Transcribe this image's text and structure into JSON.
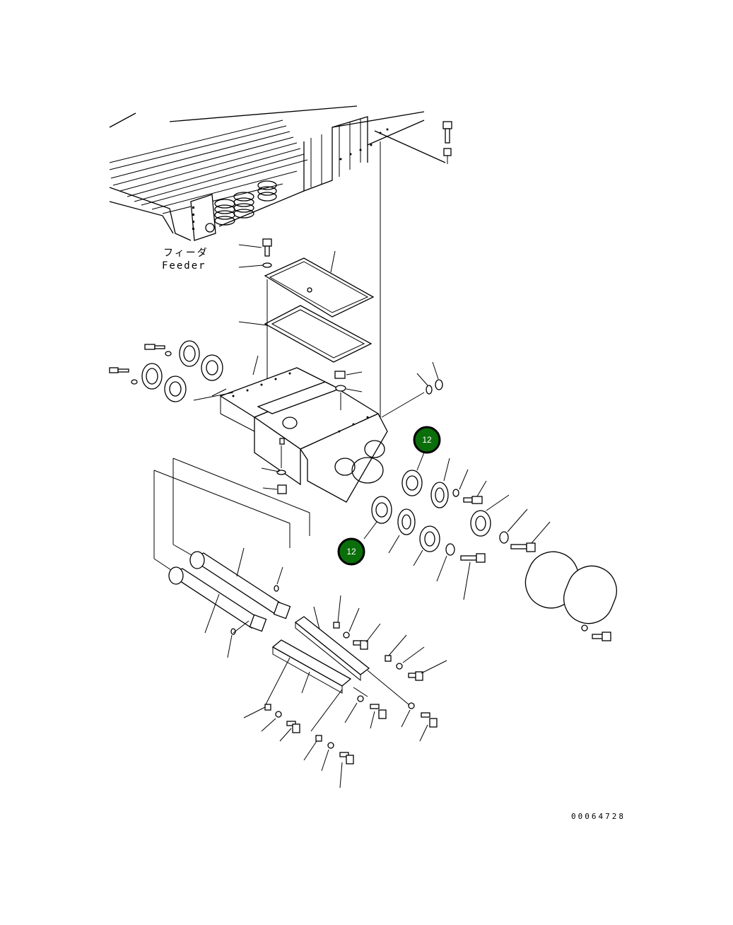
{
  "labels": {
    "feeder_jp": "フィーダ",
    "feeder_en": "Feeder"
  },
  "part_callouts": [
    {
      "number": "12"
    },
    {
      "number": "12"
    }
  ],
  "drawing_number": "00064728",
  "colors": {
    "line": "#000000",
    "background": "#ffffff",
    "callout_fill": "#0a6e0a"
  }
}
